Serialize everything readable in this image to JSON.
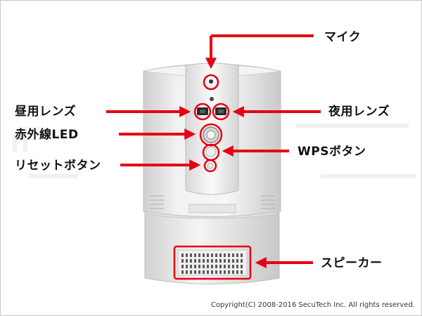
{
  "labels": {
    "mic": "マイク",
    "day_lens": "昼用レンズ",
    "ir_led": "赤外線LED",
    "reset_button": "リセットボタン",
    "night_lens": "夜用レンズ",
    "wps_button": "WPSボタン",
    "speaker": "スピーカー"
  },
  "copyright": "Copyright(C) 2008-2016 SecuTech Inc. All rights reserved.",
  "colors": {
    "annotation_red": "#e60012",
    "camera_body": "#ececec",
    "text": "#111111"
  }
}
